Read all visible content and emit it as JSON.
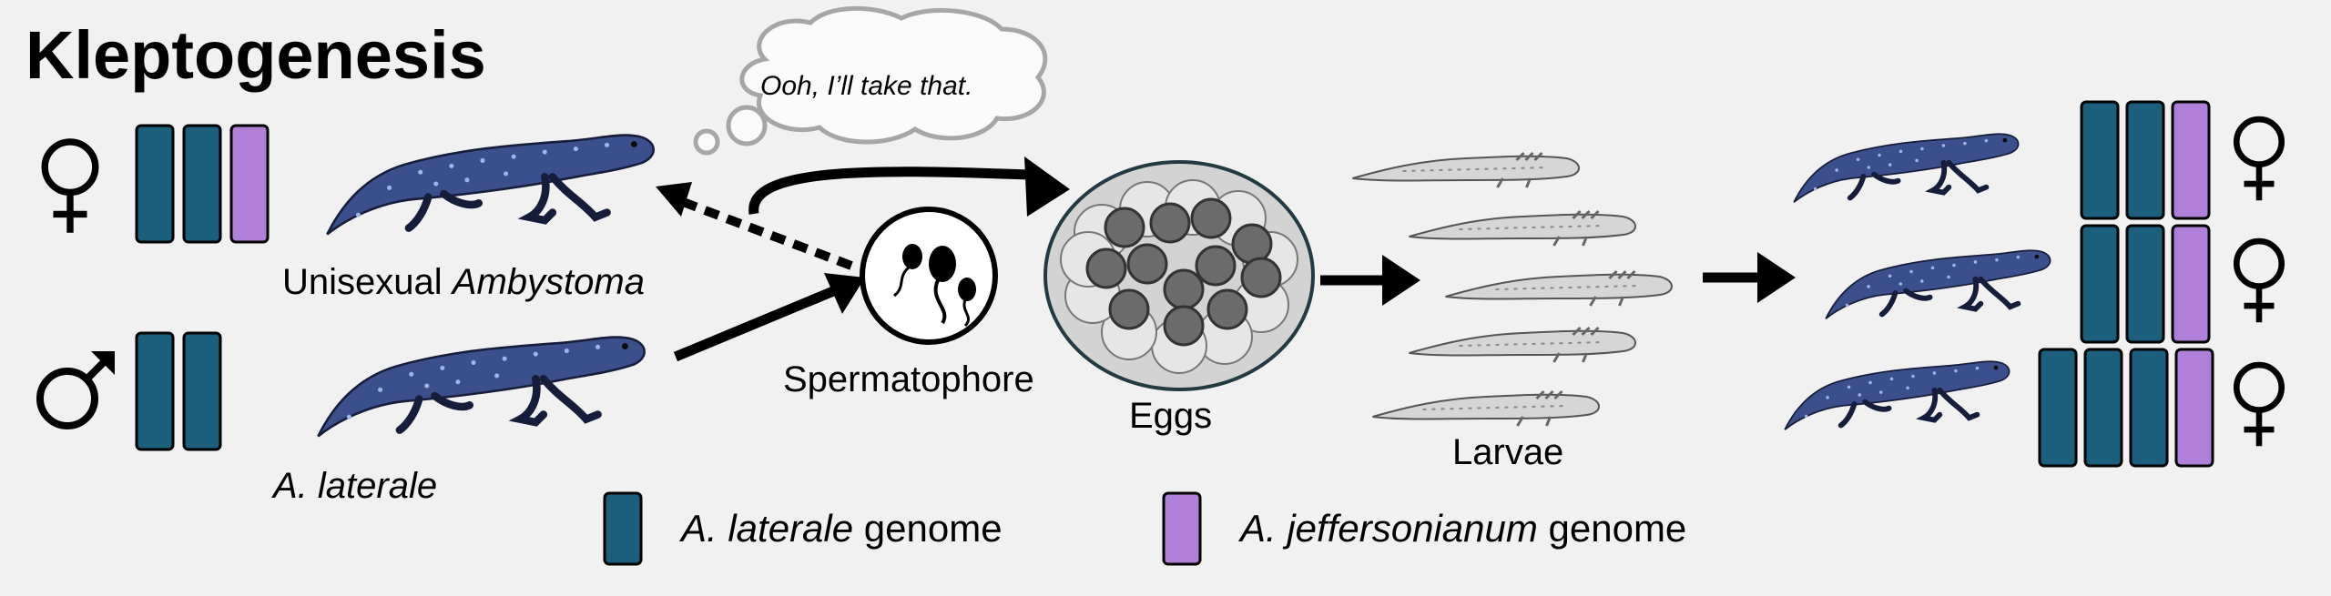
{
  "title": "Kleptogenesis",
  "thought_bubble": "Ooh, I’ll take that.",
  "labels": {
    "unisexual_prefix": "Unisexual ",
    "unisexual_genus": "Ambystoma",
    "male_species": "A. laterale",
    "spermatophore": "Spermatophore",
    "eggs": "Eggs",
    "larvae": "Larvae"
  },
  "legend": {
    "laterale_species": "A. laterale",
    "laterale_suffix": " genome",
    "jeffersonianum_species": "A. jeffersonianum",
    "jeffersonianum_suffix": " genome"
  },
  "colors": {
    "laterale_genome": "#1b5f7d",
    "jeffersonianum_genome": "#b07fd8",
    "salamander": "#3b4f8c",
    "egg": "#6b6b6b"
  },
  "icons": [
    "female-symbol-icon",
    "male-symbol-icon",
    "sperm-icon"
  ],
  "genome_sets": {
    "unisexual_parent": [
      "laterale",
      "laterale",
      "jeffersonianum"
    ],
    "male_parent": [
      "laterale",
      "laterale"
    ],
    "offspring_1": [
      "laterale",
      "laterale",
      "jeffersonianum"
    ],
    "offspring_2": [
      "laterale",
      "laterale",
      "jeffersonianum"
    ],
    "offspring_3": [
      "laterale",
      "laterale",
      "laterale",
      "jeffersonianum"
    ]
  }
}
